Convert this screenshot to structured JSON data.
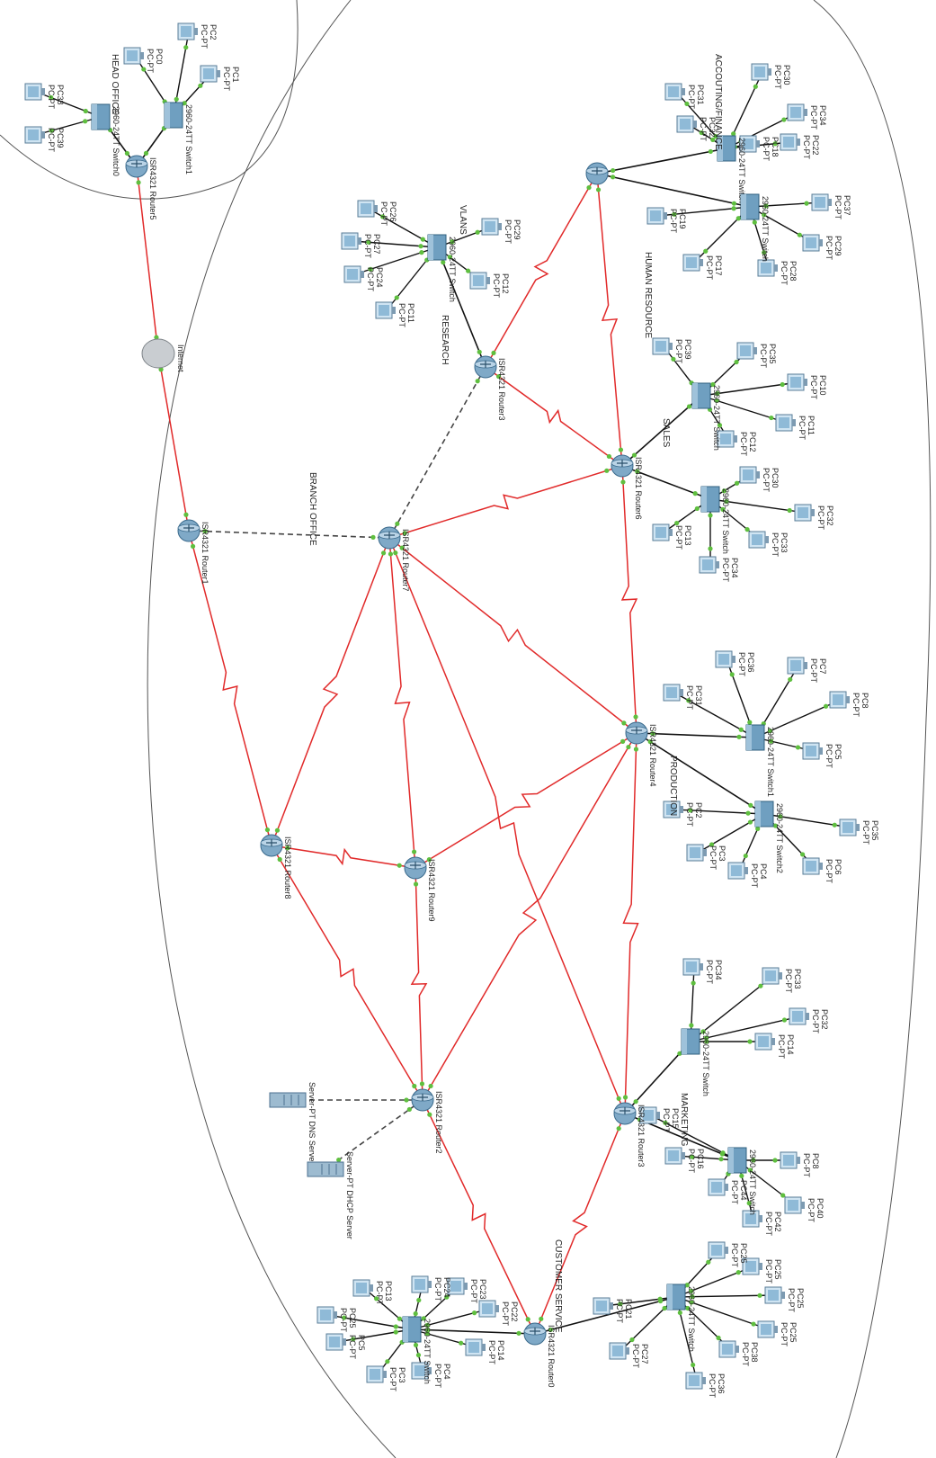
{
  "areas": [
    {
      "id": "head",
      "label": "HEAD OFFICE"
    },
    {
      "id": "branch",
      "label": "BRANCH OFFICE"
    }
  ],
  "cloud": {
    "label": "Internet"
  },
  "routers": [
    {
      "id": "r5",
      "label": "ISR4321 Router5"
    },
    {
      "id": "r1",
      "label": "ISR4321 Router1"
    },
    {
      "id": "r7",
      "label": "ISR4321 Router7"
    },
    {
      "id": "r8",
      "label": "ISR4321 Router8"
    },
    {
      "id": "r9",
      "label": "ISR4321 Router9"
    },
    {
      "id": "r3",
      "label": "ISR4321 Router3"
    },
    {
      "id": "rS",
      "label": "ISR4321 Router6"
    },
    {
      "id": "r4",
      "label": "ISR4321 Router4"
    },
    {
      "id": "r2",
      "label": "ISR4321 Router2"
    },
    {
      "id": "rM",
      "label": "ISR4321 Router3"
    },
    {
      "id": "r0",
      "label": "ISR4321 Router0"
    }
  ],
  "departments": [
    {
      "id": "vlans",
      "label": "VLANS"
    },
    {
      "id": "research",
      "label": "RESEARCH"
    },
    {
      "id": "acct",
      "label": "ACCOUTING/FINANCE"
    },
    {
      "id": "hr",
      "label": "HUMAN RESOURCE"
    },
    {
      "id": "sales",
      "label": "SALES"
    },
    {
      "id": "production",
      "label": "PRODUCTION"
    },
    {
      "id": "marketing",
      "label": "MARKETING"
    },
    {
      "id": "customer",
      "label": "CUSTOMER SERVICE"
    }
  ],
  "switches": [
    {
      "id": "s0",
      "label": "2960-24TT Switch0"
    },
    {
      "id": "s1",
      "label": "2960-24TT Switch1"
    },
    {
      "id": "sR",
      "label": "2960-24TT Switch"
    },
    {
      "id": "sA",
      "label": "2960-24TT Switch"
    },
    {
      "id": "sH",
      "label": "2960-24TT Switch"
    },
    {
      "id": "sS1",
      "label": "2960-24TT Switch"
    },
    {
      "id": "sS2",
      "label": "2960-24TT Switch"
    },
    {
      "id": "sP1",
      "label": "2960-24TT Switch1"
    },
    {
      "id": "sP2",
      "label": "2960-24TT Switch2"
    },
    {
      "id": "sM1",
      "label": "2960-24TT Switch"
    },
    {
      "id": "sM2",
      "label": "2960-24TT Switch"
    },
    {
      "id": "sC1",
      "label": "2960-24TT Switch"
    },
    {
      "id": "sC2",
      "label": "2960-24TT Switch"
    }
  ],
  "servers": [
    {
      "id": "dns",
      "label": "Server-PT DNS Server"
    },
    {
      "id": "dhcp",
      "label": "Server-PT DHCP Server"
    }
  ],
  "pc_type": "PC-PT",
  "pcs": [
    "PC39",
    "PC38",
    "PC0",
    "PC1",
    "PC2",
    "PC26",
    "PC27",
    "PC24",
    "PC11",
    "PC29",
    "PC12",
    "PC31",
    "PC32",
    "PC30",
    "PC34",
    "PC22",
    "PC18",
    "PC19",
    "PC17",
    "PC28",
    "PC29",
    "PC37",
    "PC39",
    "PC35",
    "PC10",
    "PC11",
    "PC12",
    "PC13",
    "PC34",
    "PC33",
    "PC32",
    "PC30",
    "PC31",
    "PC36",
    "PC7",
    "PC8",
    "PC5",
    "PC2",
    "PC3",
    "PC4",
    "PC6",
    "PC35",
    "PC34",
    "PC33",
    "PC32",
    "PC14",
    "PC15",
    "PC16",
    "PC44",
    "PC42",
    "PC40",
    "PC8",
    "PC13",
    "PC25",
    "PC5",
    "PC3",
    "PC4",
    "PC14",
    "PC22",
    "PC23",
    "PC24",
    "PC21",
    "PC27",
    "PC36",
    "PC38",
    "PC25"
  ],
  "icons": {
    "router": "router-icon",
    "switch": "switch-icon",
    "pc": "pc-icon",
    "server": "server-icon",
    "cloud": "cloud-icon"
  }
}
